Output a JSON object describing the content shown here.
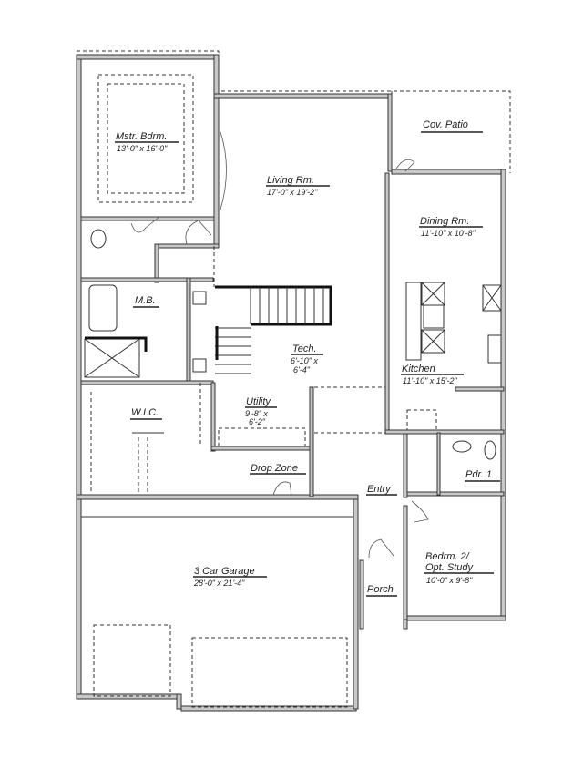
{
  "rooms": {
    "master_bedroom": {
      "name": "Mstr. Bdrm.",
      "dims": "13'-0\" x 16'-0\""
    },
    "living_room": {
      "name": "Living Rm.",
      "dims": "17'-0\" x 19'-2\""
    },
    "covered_patio": {
      "name": "Cov. Patio"
    },
    "dining_room": {
      "name": "Dining Rm.",
      "dims": "11'-10\" x 10'-8\""
    },
    "master_bath": {
      "name": "M.B."
    },
    "tech": {
      "name": "Tech.",
      "dims_1": "6'-10\" x",
      "dims_2": "6'-4\""
    },
    "kitchen": {
      "name": "Kitchen",
      "dims": "11'-10\" x 15'-2\""
    },
    "utility": {
      "name": "Utility",
      "dims_1": "9'-8\" x",
      "dims_2": "6'-2\""
    },
    "walk_in_closet": {
      "name": "W.I.C."
    },
    "drop_zone": {
      "name": "Drop Zone"
    },
    "entry": {
      "name": "Entry"
    },
    "powder": {
      "name": "Pdr. 1"
    },
    "bedroom_2": {
      "name_1": "Bedrm. 2/",
      "name_2": "Opt. Study",
      "dims": "10'-0\" x 9'-8\""
    },
    "garage": {
      "name": "3 Car Garage",
      "dims": "28'-0\" x 21'-4\""
    },
    "porch": {
      "name": "Porch"
    }
  }
}
